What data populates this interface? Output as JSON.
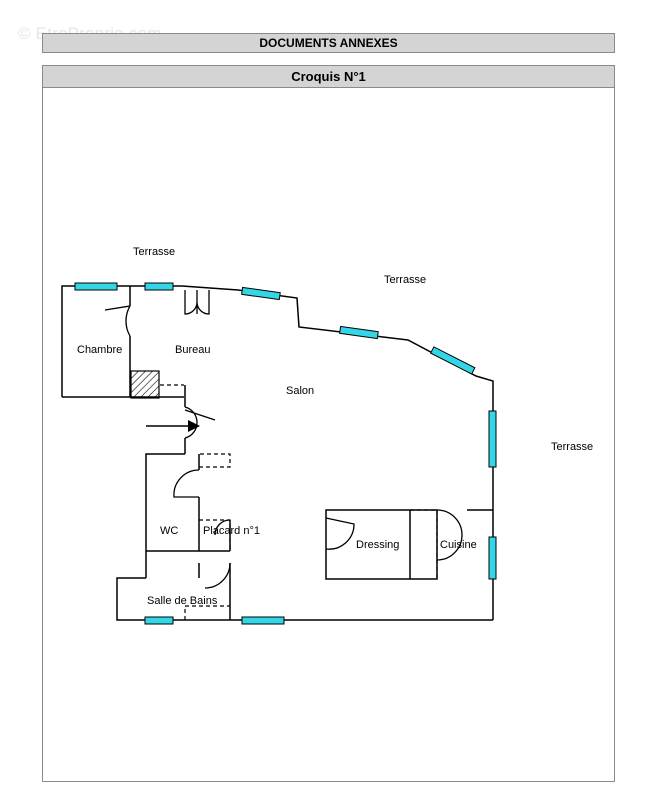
{
  "watermark": "© EtreProprio.com",
  "header": {
    "title": "DOCUMENTS ANNEXES"
  },
  "sketch": {
    "title": "Croquis N°1"
  },
  "labels": {
    "terrasse_top_left": "Terrasse",
    "terrasse_top_right": "Terrasse",
    "terrasse_right": "Terrasse",
    "chambre": "Chambre",
    "bureau": "Bureau",
    "salon": "Salon",
    "wc": "WC",
    "placard": "Placard n°1",
    "dressing": "Dressing",
    "cuisine": "Cuisine",
    "salle_de_bains": "Salle de Bains"
  },
  "colors": {
    "window_fill": "#33d6e6",
    "wall": "#000000",
    "header_bg": "#d4d4d4"
  }
}
